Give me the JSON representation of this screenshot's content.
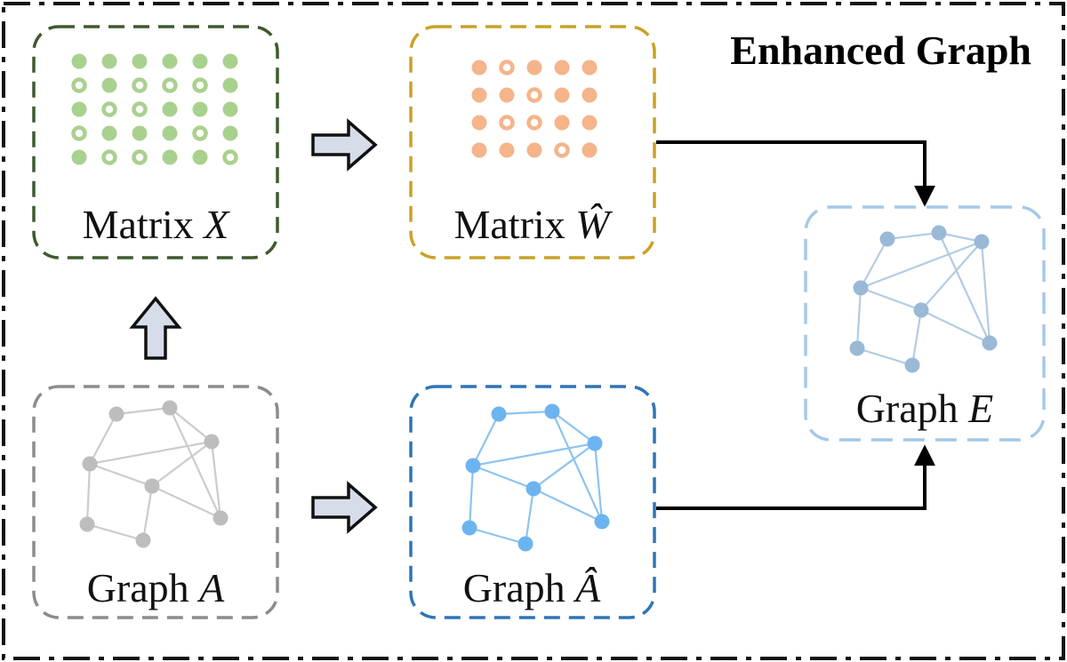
{
  "title": "Enhanced Graph",
  "colors": {
    "frame": "#111111",
    "matrix_x_border": "#3f5a2e",
    "matrix_x_dot": "#a9d18e",
    "matrix_w_border": "#c9a227",
    "matrix_w_dot": "#f5b48a",
    "graph_a_border": "#8c8c8c",
    "graph_a_node": "#bdbdbd",
    "graph_a_edge": "#cccccc",
    "graph_ahat_border": "#2e75b6",
    "graph_ahat_node": "#6cb4f0",
    "graph_ahat_edge": "#8cc4f2",
    "graph_e_border": "#a6c8e6",
    "graph_e_node": "#9ab9d6",
    "graph_e_edge": "#b3cce3",
    "flow_arrow_fill": "#d6dde8",
    "connector": "#000000"
  },
  "boxes": {
    "matrix_x": {
      "label": "Matrix",
      "var": "X"
    },
    "matrix_w": {
      "label": "Matrix",
      "var": "Ŵ"
    },
    "graph_a": {
      "label": "Graph",
      "var": "A"
    },
    "graph_ahat": {
      "label": "Graph",
      "var": "Â"
    },
    "graph_e": {
      "label": "Graph",
      "var": "E"
    }
  },
  "matrix_x_pattern": [
    [
      1,
      1,
      1,
      1,
      1,
      1
    ],
    [
      0,
      1,
      0,
      0,
      0,
      1
    ],
    [
      1,
      0,
      0,
      1,
      1,
      1
    ],
    [
      0,
      1,
      1,
      1,
      0,
      1
    ],
    [
      1,
      0,
      0,
      1,
      1,
      0
    ]
  ],
  "matrix_w_pattern": [
    [
      1,
      0,
      1,
      1,
      1
    ],
    [
      1,
      1,
      0,
      1,
      1
    ],
    [
      1,
      0,
      0,
      1,
      1
    ],
    [
      1,
      1,
      1,
      0,
      1
    ]
  ],
  "graph": {
    "nodes": [
      "n1",
      "n2",
      "n3",
      "n4",
      "n5",
      "n6",
      "n7",
      "n8"
    ],
    "edges": [
      [
        "n1",
        "n2"
      ],
      [
        "n1",
        "n4"
      ],
      [
        "n2",
        "n3"
      ],
      [
        "n2",
        "n8"
      ],
      [
        "n4",
        "n3"
      ],
      [
        "n4",
        "n5"
      ],
      [
        "n4",
        "n6"
      ],
      [
        "n5",
        "n3"
      ],
      [
        "n5",
        "n8"
      ],
      [
        "n6",
        "n7"
      ],
      [
        "n7",
        "n5"
      ],
      [
        "n3",
        "n8"
      ]
    ]
  }
}
